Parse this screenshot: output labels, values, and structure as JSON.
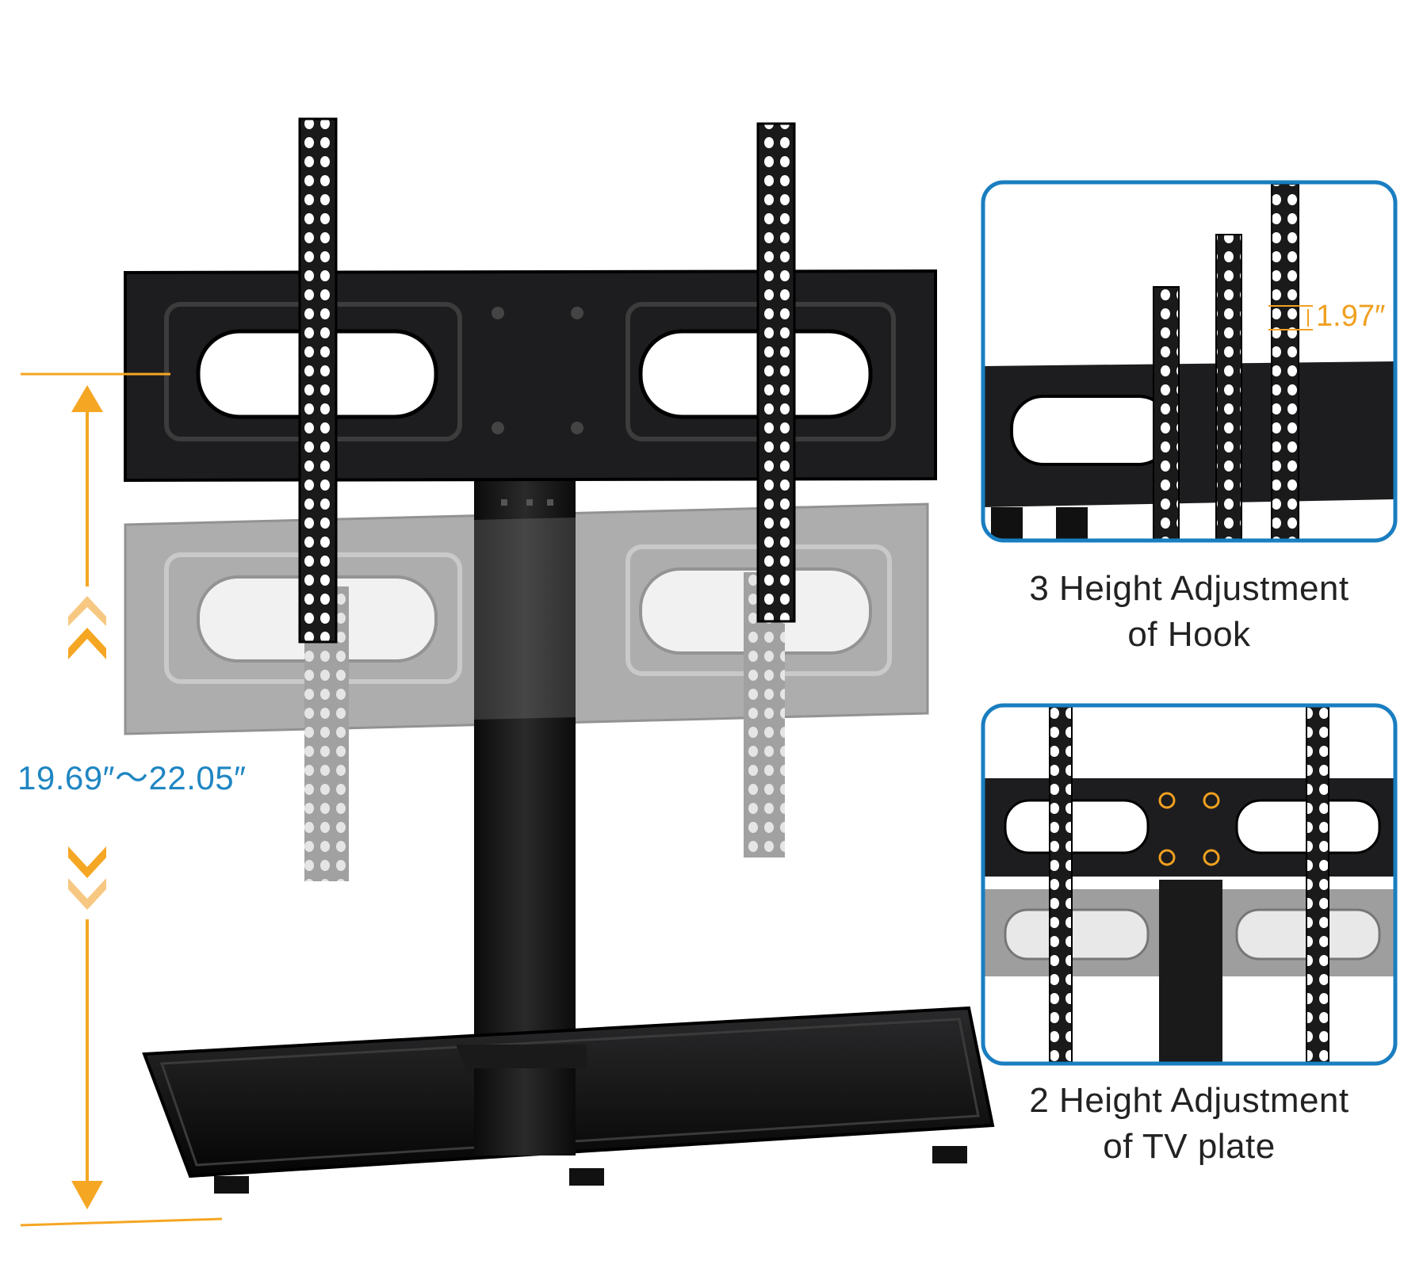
{
  "main_view": {
    "height_range_label": "19.69″～22.05″",
    "arrow_color": "#f5a623",
    "label_color": "#1f86c2"
  },
  "detail_panels": [
    {
      "id": "hook",
      "measurement_label": "1.97″",
      "caption_line1": "3 Height Adjustment",
      "caption_line2": "of Hook"
    },
    {
      "id": "plate",
      "caption_line1": "2 Height Adjustment",
      "caption_line2": "of TV plate"
    }
  ],
  "colors": {
    "panel_border": "#1a7ec0",
    "accent_orange": "#f5a623",
    "steel": "#1c1c1e",
    "ghost": "#a8a8a8"
  }
}
